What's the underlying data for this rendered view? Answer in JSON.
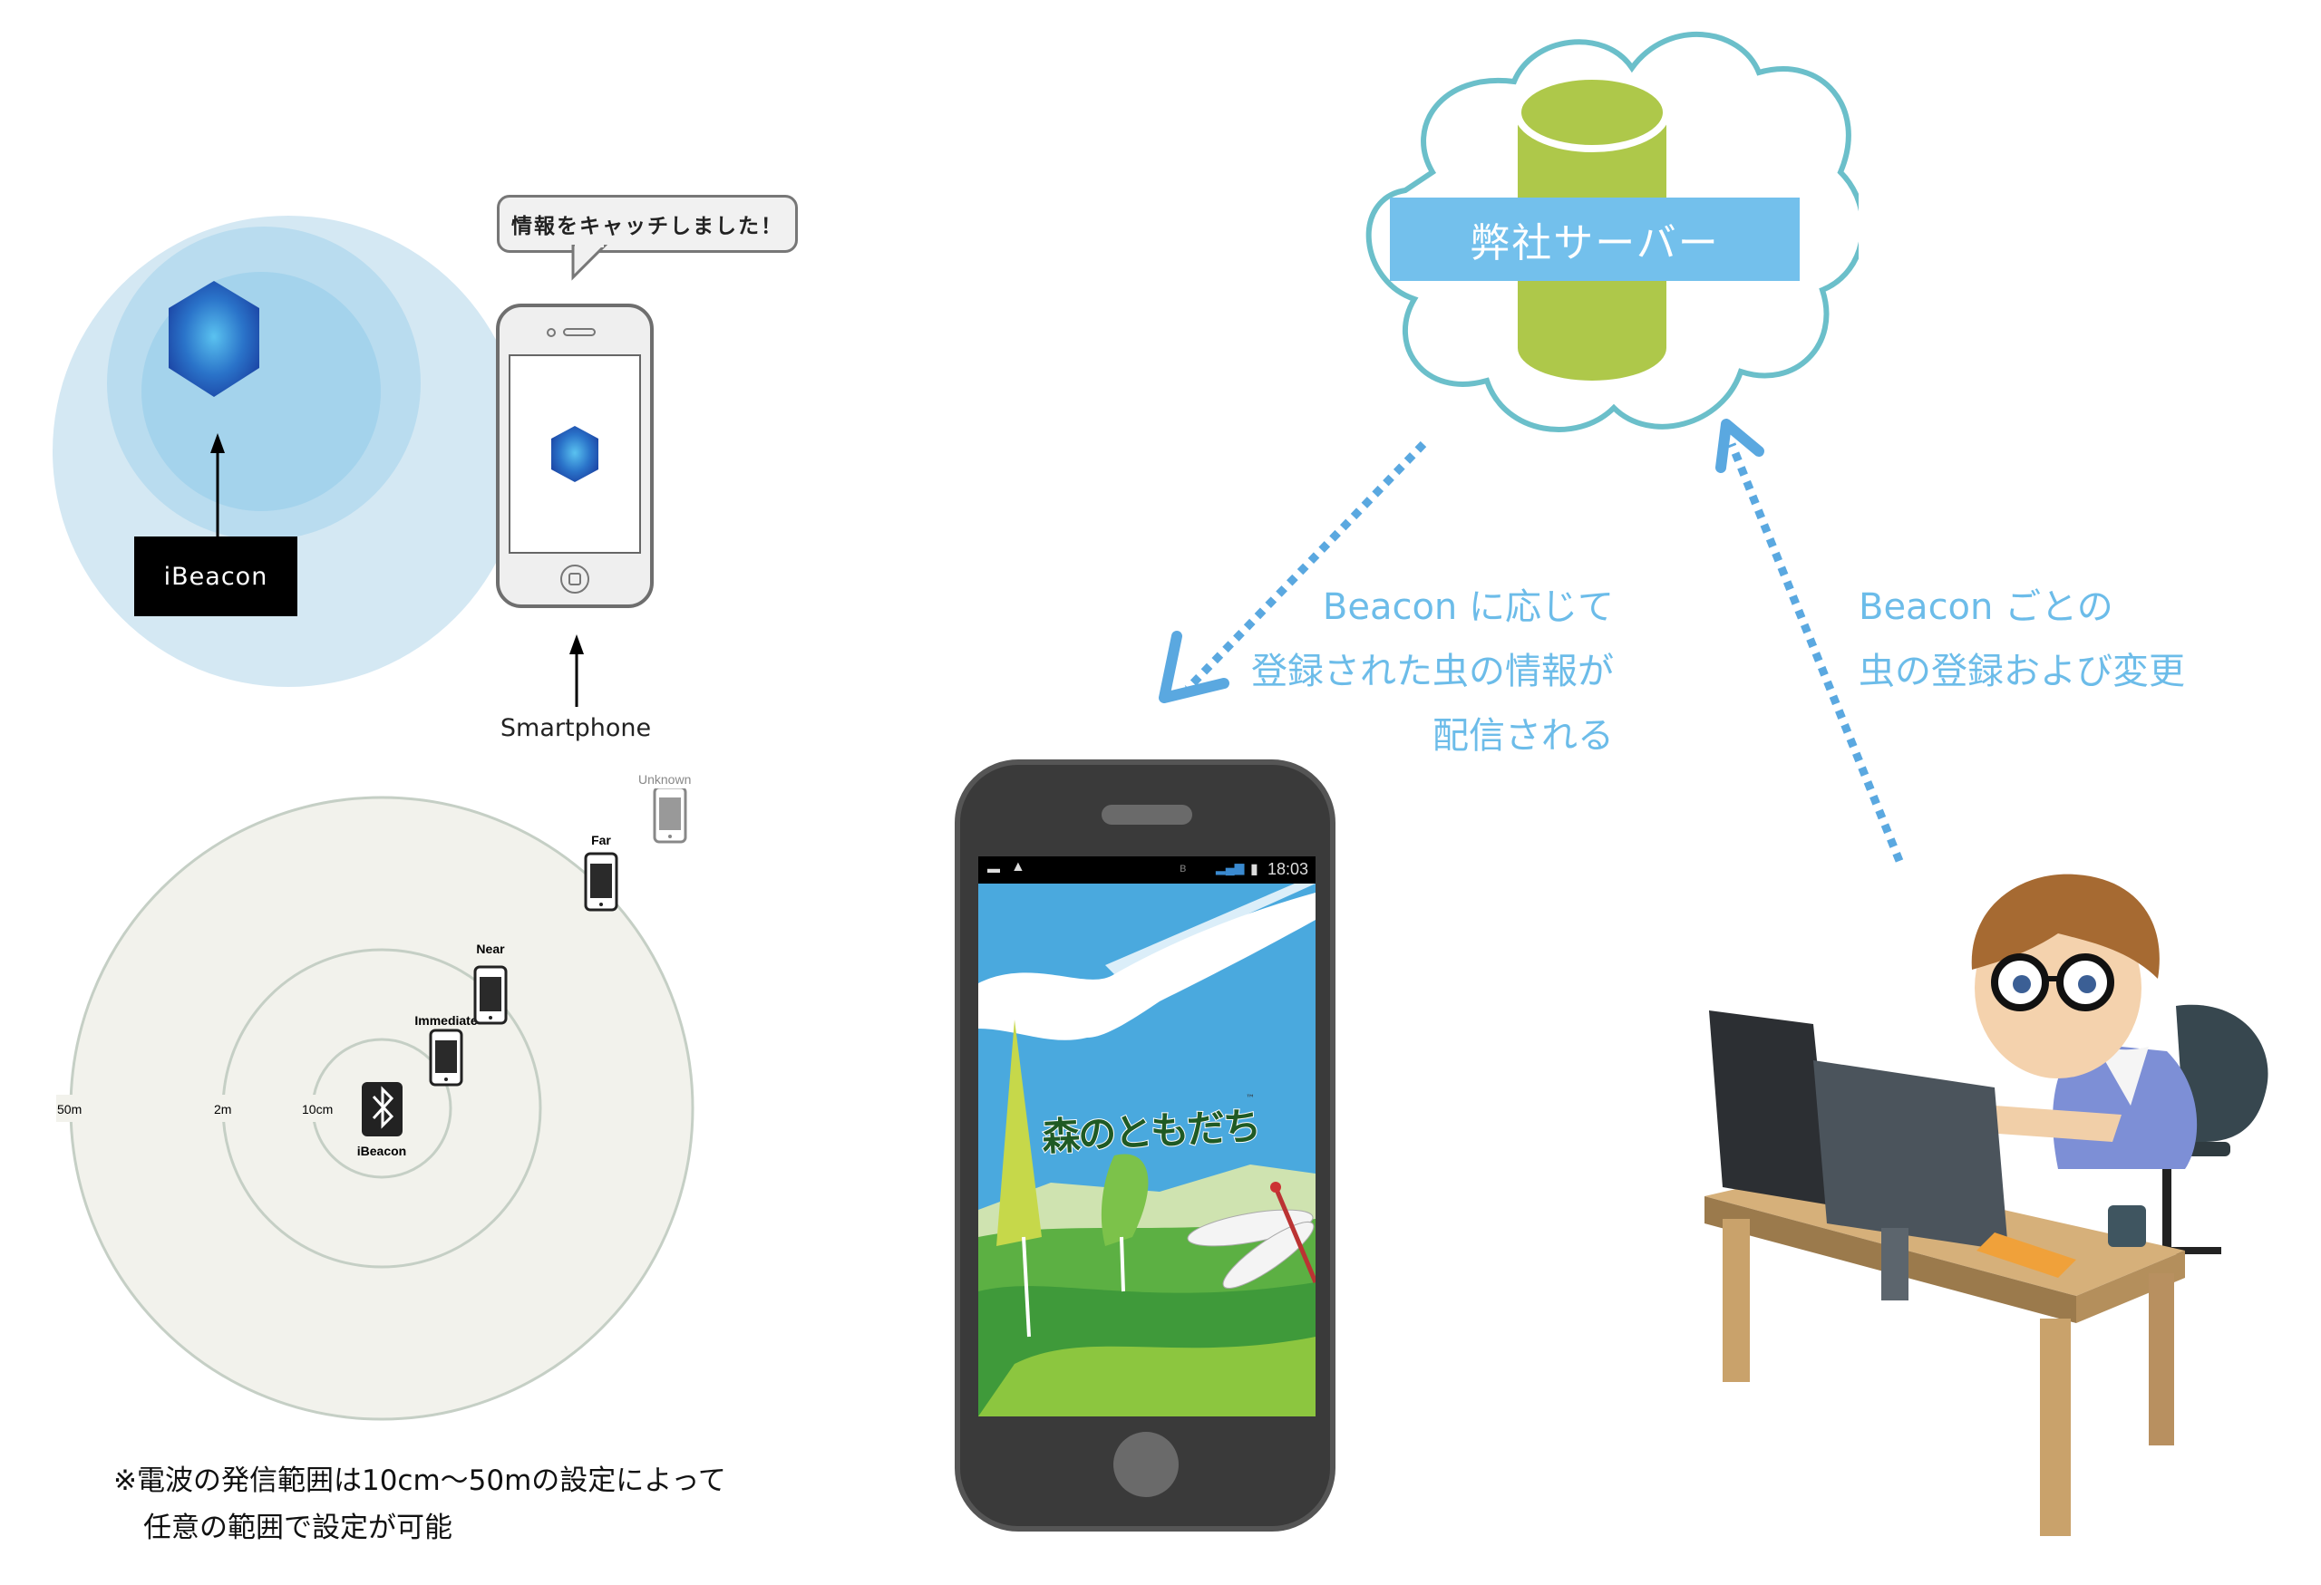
{
  "beacon_range": {
    "bubble_text": "情報をキャッチしました！",
    "ibeacon_label": "iBeacon",
    "smartphone_label": "Smartphone"
  },
  "proximity_radar": {
    "zones": [
      {
        "label": "Immediate",
        "range": "10cm"
      },
      {
        "label": "Near",
        "range": "2m"
      },
      {
        "label": "Far",
        "range": "50m"
      },
      {
        "label": "Unknown",
        "range": ""
      }
    ],
    "ring_labels": [
      "50m",
      "2m",
      "10cm"
    ],
    "beacon_label": "iBeacon",
    "colors": {
      "background": "#f2f2ec",
      "ring": "#c5cfc5"
    }
  },
  "note": {
    "line1": "※電波の発信範囲は10cm〜50mの設定によって",
    "line2": "任意の範囲で設定が可能"
  },
  "server": {
    "label": "弊社サーバー",
    "colors": {
      "cylinder": "#aec84a",
      "label_bg": "#73c0ec",
      "cloud_stroke": "#6bbfca"
    }
  },
  "captions": {
    "delivery": [
      "Beacon に応じて",
      "登録された虫の情報が",
      "配信される"
    ],
    "registration": [
      "Beacon ごとの",
      "虫の登録および変更"
    ],
    "color": "#6cbce9"
  },
  "app_phone": {
    "status_time": "18:03",
    "status_icons": [
      "image-icon",
      "warning-icon",
      "bluetooth-icon",
      "signal-icon",
      "battery-icon"
    ],
    "app_title": "森のともだち",
    "trademark": "™"
  },
  "operator": {
    "description": "person-at-computer-illustration"
  }
}
